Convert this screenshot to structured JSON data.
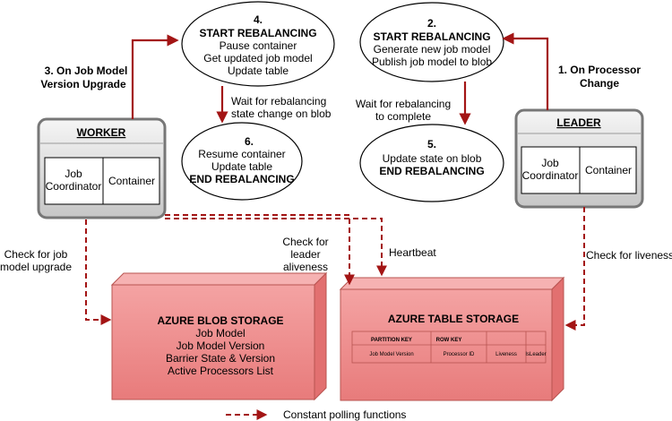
{
  "colors": {
    "arrow_solid": "#a31515",
    "arrow_dashed": "#a31515",
    "storage_fill": "#f08c8c",
    "storage_stroke": "#b85450",
    "node_fill_top": "#f4f4f4",
    "node_fill_bottom": "#c8c8c8"
  },
  "steps": {
    "s4": {
      "num": "4.",
      "title": "START REBALANCING",
      "l1": "Pause container",
      "l2": "Get updated job model",
      "l3": "Update table"
    },
    "s2": {
      "num": "2.",
      "title": "START REBALANCING",
      "l1": "Generate new job model",
      "l2": "Publish job model to blob"
    },
    "s6": {
      "num": "6.",
      "l1": "Resume container",
      "l2": "Update table",
      "title": "END REBALANCING"
    },
    "s5": {
      "num": "5.",
      "l1": "Update state on blob",
      "title": "END REBALANCING"
    }
  },
  "worker": {
    "title": "WORKER",
    "left": [
      "Job",
      "Coordinator"
    ],
    "right": "Container"
  },
  "leader": {
    "title": "LEADER",
    "left": [
      "Job",
      "Coordinator"
    ],
    "right": "Container"
  },
  "labels": {
    "on_job_model": [
      "3. On Job Model",
      "Version Upgrade"
    ],
    "on_processor": [
      "1. On Processor",
      "Change"
    ],
    "wait_blob": [
      "Wait for rebalancing",
      "state change on blob"
    ],
    "wait_complete": [
      "Wait for rebalancing",
      "to complete"
    ],
    "check_job_model": [
      "Check for job",
      "model upgrade"
    ],
    "check_leader": [
      "Check for",
      "leader",
      "aliveness"
    ],
    "heartbeat": "Heartbeat",
    "check_liveness": "Check for liveness"
  },
  "blob_storage": {
    "title": "AZURE BLOB STORAGE",
    "items": [
      "Job Model",
      "Job Model Version",
      "Barrier State & Version",
      "Active Processors List"
    ]
  },
  "table_storage": {
    "title": "AZURE TABLE STORAGE",
    "headers": [
      "PARTITION KEY",
      "ROW KEY",
      "",
      ""
    ],
    "row": [
      "Job Model Version",
      "Processor ID",
      "Liveness",
      "IsLeader"
    ]
  },
  "legend": {
    "label": "Constant polling functions"
  }
}
